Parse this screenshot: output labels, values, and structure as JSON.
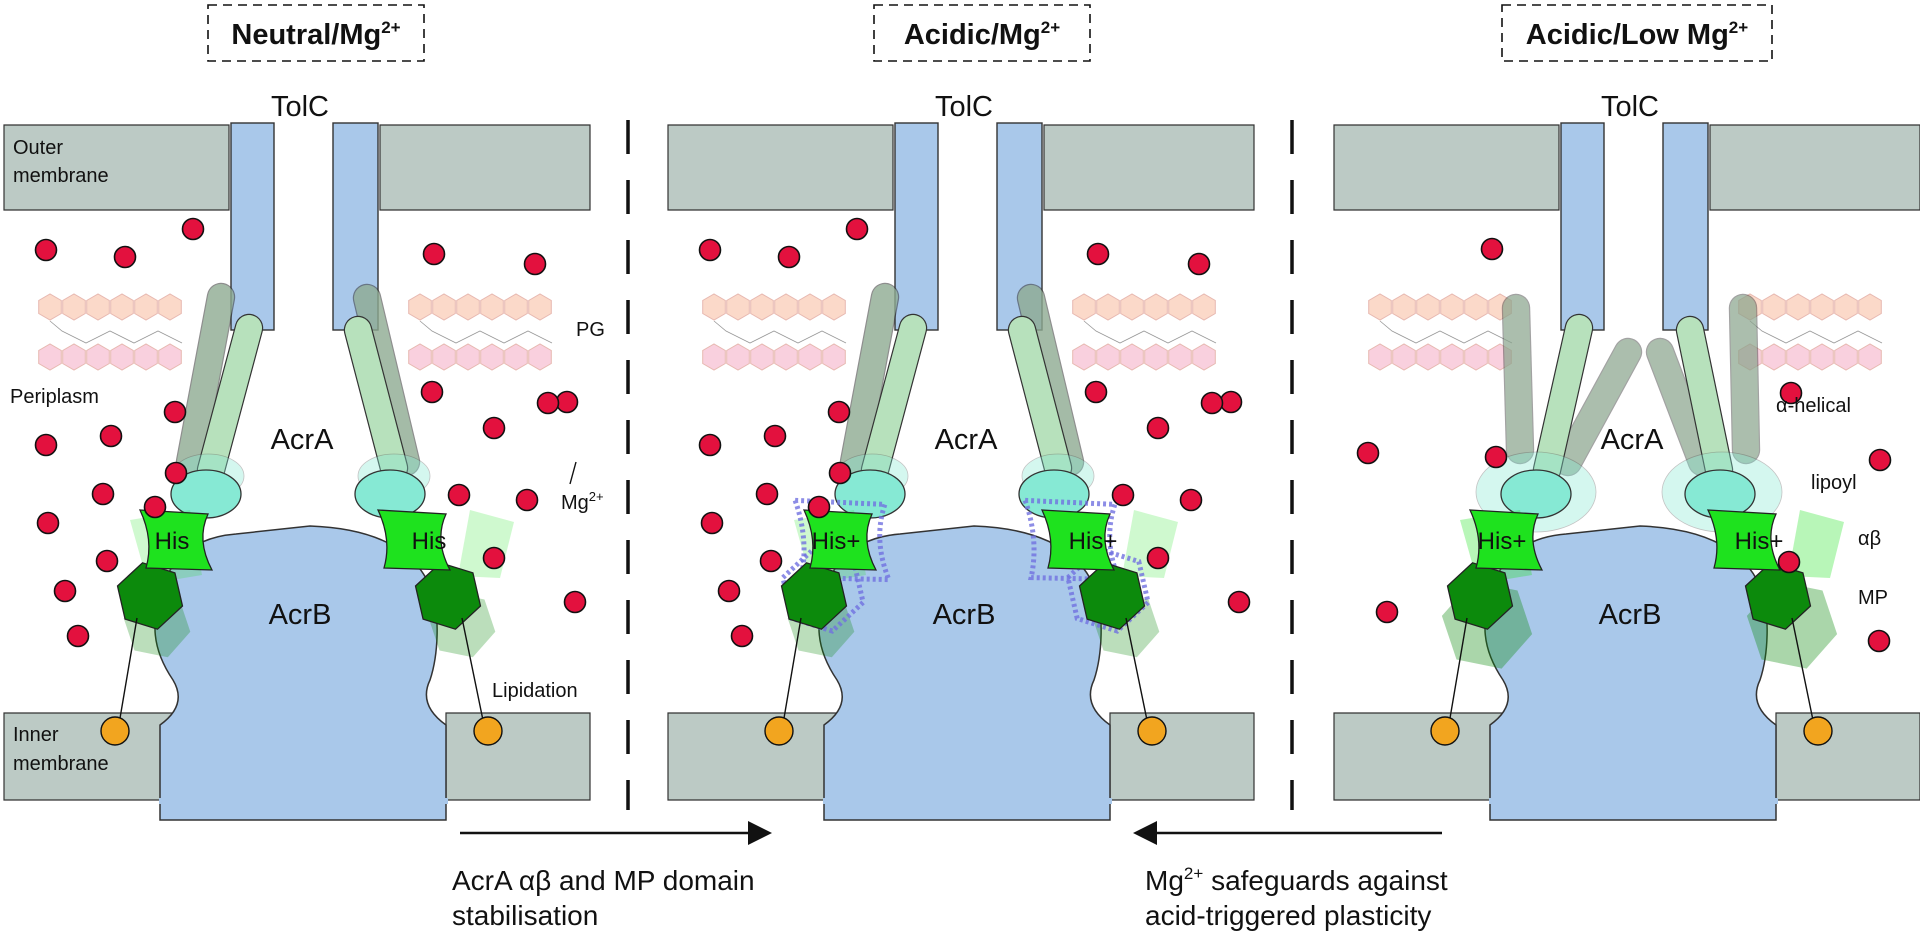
{
  "panels": [
    {
      "title": "Neutral/Mg",
      "title_sup": "2+",
      "his_label": "His",
      "acid": false,
      "mg": "full"
    },
    {
      "title": "Acidic/Mg",
      "title_sup": "2+",
      "his_label": "His+",
      "acid": true,
      "mg": "full"
    },
    {
      "title": "Acidic/Low Mg",
      "title_sup": "2+",
      "his_label": "His+",
      "acid": true,
      "mg": "low"
    }
  ],
  "labels": {
    "tolc": "TolC",
    "acra": "AcrA",
    "acrb": "AcrB",
    "outer_membrane_1": "Outer",
    "outer_membrane_2": "membrane",
    "inner_membrane_1": "Inner",
    "inner_membrane_2": "membrane",
    "periplasm": "Periplasm",
    "pg": "PG",
    "mg": "Mg",
    "mg_sup": "2+",
    "lipidation": "Lipidation",
    "alpha_helical": "α-helical",
    "lipoyl": "lipoyl",
    "alpha_beta": "αβ",
    "mp": "MP"
  },
  "captions": {
    "left_1": "AcrA αβ and MP domain",
    "left_2": "stabilisation",
    "right_1_sup": "2+",
    "right_1_pre": "Mg",
    "right_1_post": " safeguards against",
    "right_2": "acid-triggered plasticity"
  },
  "colors": {
    "membrane": "#bccac5",
    "tolc": "#a9c8ea",
    "acrb": "#a9c8ea",
    "acra_hairpin": "#b7e1bc",
    "lipoyl": "#86e9d4",
    "his_domain": "#1ee21e",
    "mp_domain": "#0c8a0c",
    "mg_ion": "#e3113e",
    "lipid_anchor": "#f2a51f",
    "pg_orange": "#fbd9c9",
    "pg_pink": "#f9d0de",
    "acid_glow": "#7070e0"
  }
}
